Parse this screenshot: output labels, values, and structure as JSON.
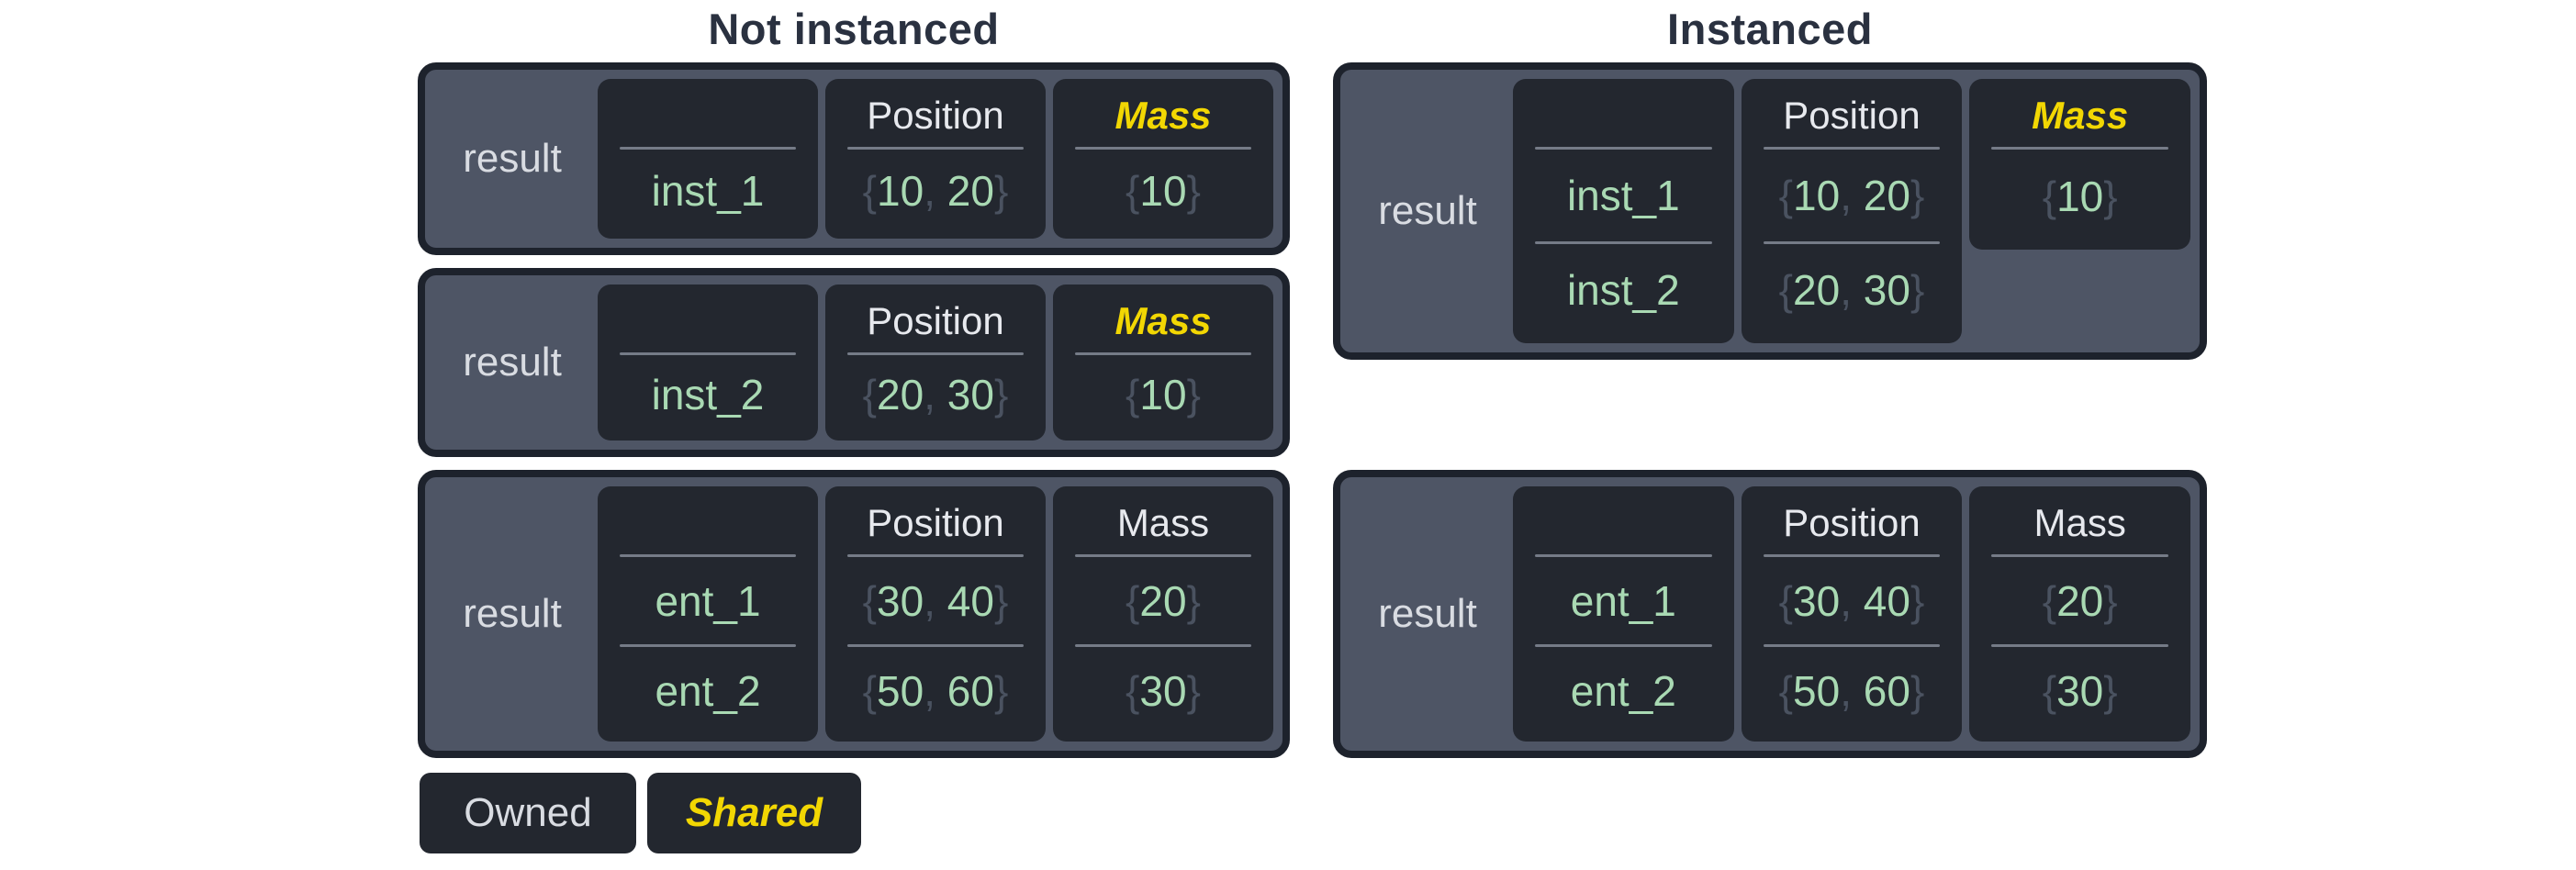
{
  "colors": {
    "page_background": "#ffffff",
    "title_text": "#2a3140",
    "box_border": "#1d222c",
    "box_background": "#4e5565",
    "cell_background": "#23272f",
    "divider": "#757b87",
    "owned_text": "#e7e9ee",
    "result_text": "#d9dce2",
    "shared_text": "#f2d703",
    "value_green": "#a9d9b3",
    "brace_gray": "#4a5260"
  },
  "sections": [
    {
      "id": "not-instanced",
      "title": "Not instanced",
      "boxes": [
        {
          "label": "result",
          "columns": [
            {
              "header": "",
              "style": "empty",
              "values": [
                {
                  "name": "inst_1"
                }
              ]
            },
            {
              "header": "Position",
              "style": "owned",
              "values": [
                {
                  "tuple": [
                    "10",
                    "20"
                  ]
                }
              ]
            },
            {
              "header": "Mass",
              "style": "shared",
              "values": [
                {
                  "tuple": [
                    "10"
                  ]
                }
              ]
            }
          ]
        },
        {
          "label": "result",
          "columns": [
            {
              "header": "",
              "style": "empty",
              "values": [
                {
                  "name": "inst_2"
                }
              ]
            },
            {
              "header": "Position",
              "style": "owned",
              "values": [
                {
                  "tuple": [
                    "20",
                    "30"
                  ]
                }
              ]
            },
            {
              "header": "Mass",
              "style": "shared",
              "values": [
                {
                  "tuple": [
                    "10"
                  ]
                }
              ]
            }
          ]
        },
        {
          "label": "result",
          "columns": [
            {
              "header": "",
              "style": "empty",
              "values": [
                {
                  "name": "ent_1"
                },
                {
                  "name": "ent_2"
                }
              ]
            },
            {
              "header": "Position",
              "style": "owned",
              "values": [
                {
                  "tuple": [
                    "30",
                    "40"
                  ]
                },
                {
                  "tuple": [
                    "50",
                    "60"
                  ]
                }
              ]
            },
            {
              "header": "Mass",
              "style": "owned",
              "values": [
                {
                  "tuple": [
                    "20"
                  ]
                },
                {
                  "tuple": [
                    "30"
                  ]
                }
              ]
            }
          ]
        }
      ]
    },
    {
      "id": "instanced",
      "title": "Instanced",
      "boxes": [
        {
          "label": "result",
          "columns": [
            {
              "header": "",
              "style": "empty",
              "values": [
                {
                  "name": "inst_1"
                },
                {
                  "name": "inst_2"
                }
              ]
            },
            {
              "header": "Position",
              "style": "owned",
              "values": [
                {
                  "tuple": [
                    "10",
                    "20"
                  ]
                },
                {
                  "tuple": [
                    "20",
                    "30"
                  ]
                }
              ]
            },
            {
              "header": "Mass",
              "style": "shared",
              "short": true,
              "values": [
                {
                  "tuple": [
                    "10"
                  ]
                }
              ]
            }
          ]
        },
        {
          "label": "result",
          "columns": [
            {
              "header": "",
              "style": "empty",
              "values": [
                {
                  "name": "ent_1"
                },
                {
                  "name": "ent_2"
                }
              ]
            },
            {
              "header": "Position",
              "style": "owned",
              "values": [
                {
                  "tuple": [
                    "30",
                    "40"
                  ]
                },
                {
                  "tuple": [
                    "50",
                    "60"
                  ]
                }
              ]
            },
            {
              "header": "Mass",
              "style": "owned",
              "values": [
                {
                  "tuple": [
                    "20"
                  ]
                },
                {
                  "tuple": [
                    "30"
                  ]
                }
              ]
            }
          ]
        }
      ]
    }
  ],
  "legend": [
    {
      "label": "Owned",
      "style": "owned"
    },
    {
      "label": "Shared",
      "style": "shared"
    }
  ],
  "punctuation": {
    "open_brace": "{",
    "close_brace": "}",
    "separator": ", "
  }
}
